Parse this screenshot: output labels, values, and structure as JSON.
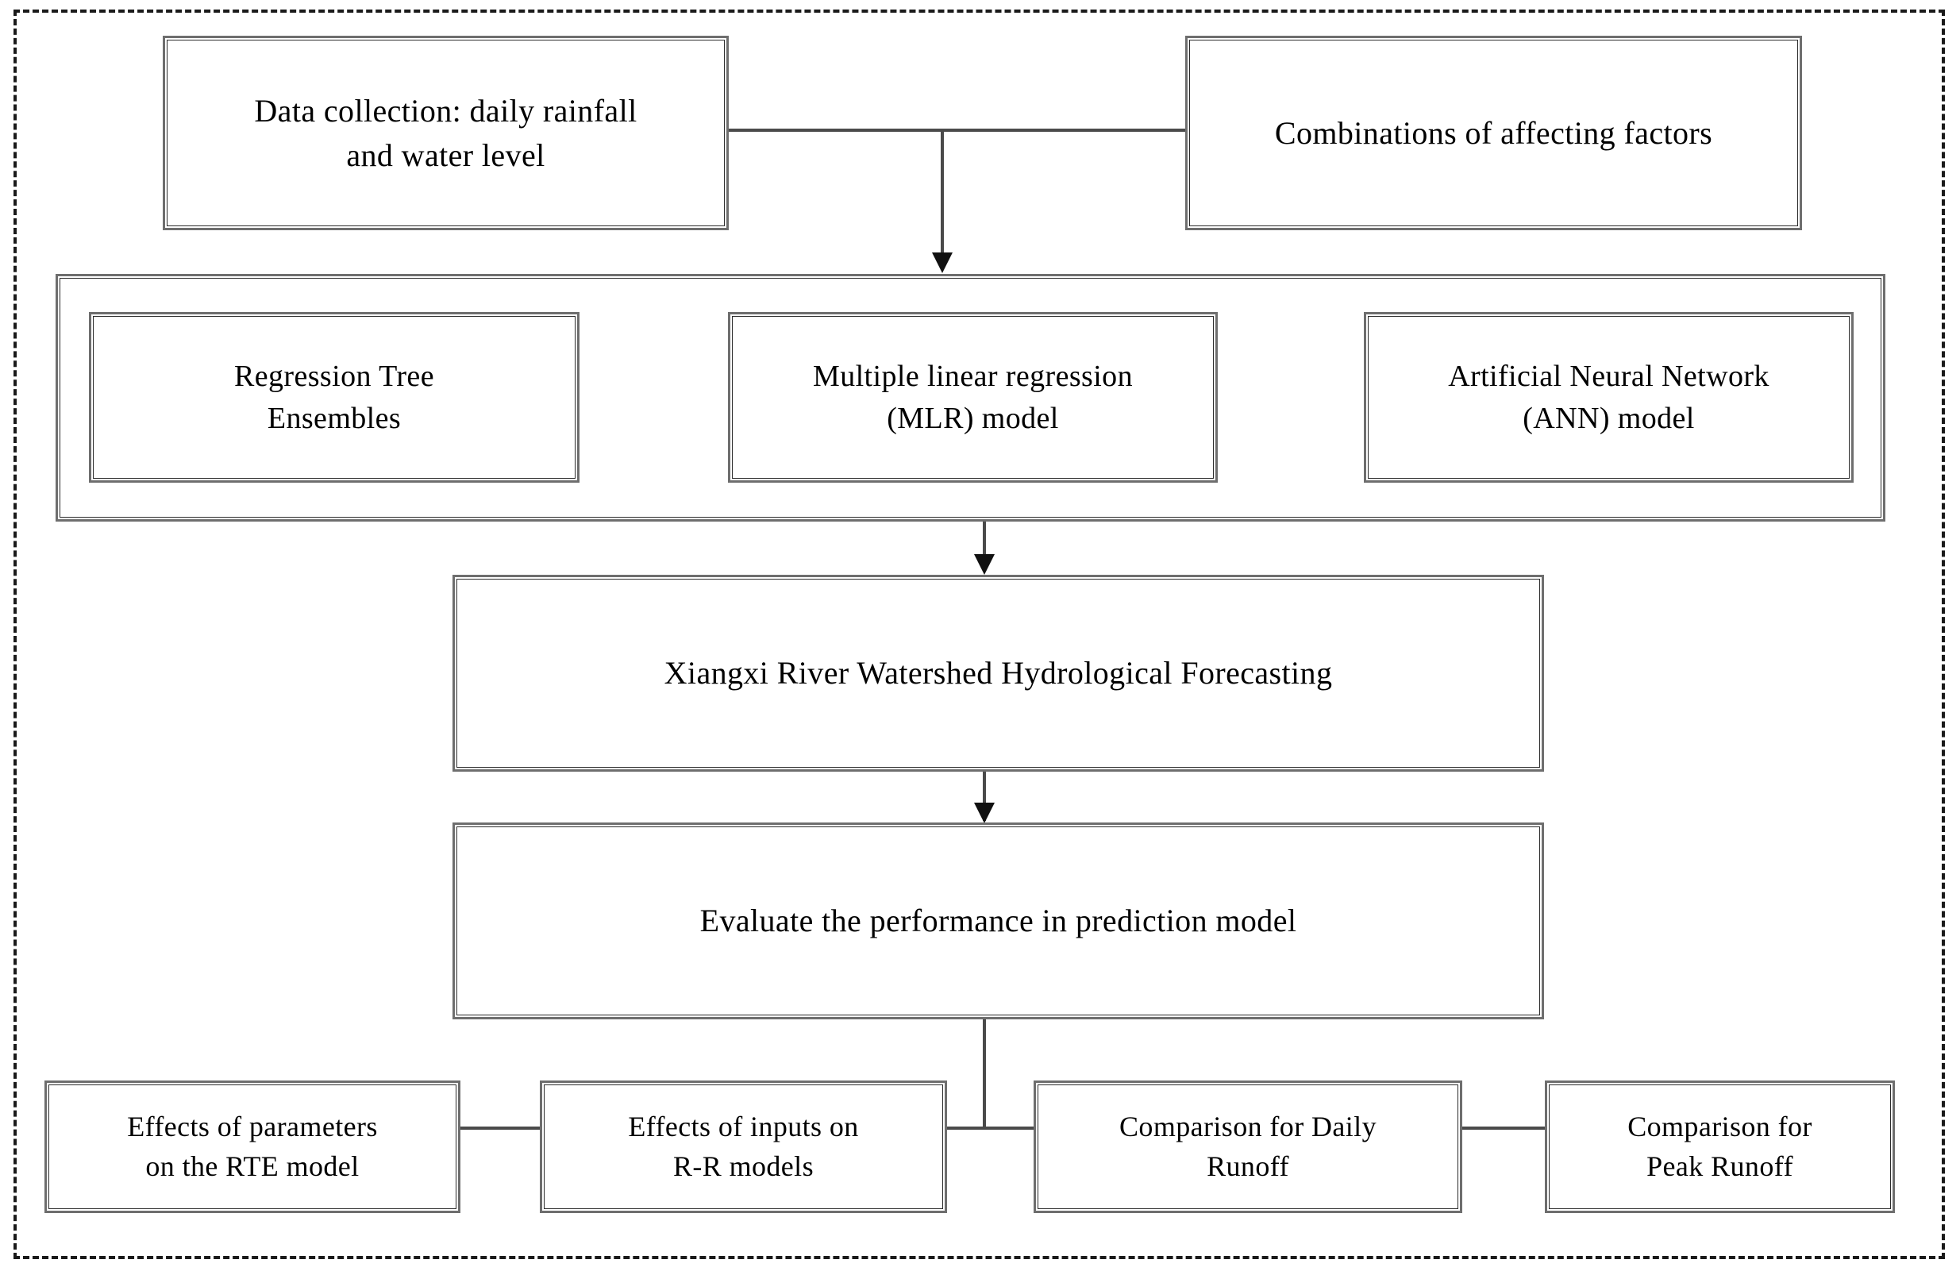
{
  "diagram": {
    "title": "Research methodology flowchart for Xiangxi River watershed hydrological forecasting",
    "frame_style": "dashed",
    "colors": {
      "box_border_outer": "#6e6e6e",
      "box_border_inner": "#2b2b2b",
      "connector": "#4a4a4a",
      "arrowhead": "#111111",
      "background": "#ffffff",
      "text": "#000000"
    },
    "nodes": {
      "data_collection": "Data collection:  daily rainfall and water level",
      "data_collection_line1": "Data collection:  daily rainfall",
      "data_collection_line2": "and water level",
      "affecting_factors": "Combinations of affecting factors",
      "rte": "Regression Tree Ensembles",
      "rte_line1": "Regression Tree",
      "rte_line2": "Ensembles",
      "mlr": "Multiple linear regression (MLR) model",
      "mlr_line1": "Multiple linear regression",
      "mlr_line2": "(MLR) model",
      "ann": "Artificial Neural Network (ANN) model",
      "ann_line1": "Artificial Neural Network",
      "ann_line2": "(ANN) model",
      "forecasting": "Xiangxi River Watershed Hydrological Forecasting",
      "evaluate": "Evaluate the performance in prediction model",
      "out1_line1": "Effects of parameters",
      "out1_line2": "on the RTE model",
      "out2_line1": "Effects of inputs on",
      "out2_line2": "R-R models",
      "out3_line1": "Comparison for Daily",
      "out3_line2": "Runoff",
      "out4_line1": "Comparison for",
      "out4_line2": "Peak Runoff"
    },
    "edges": [
      {
        "from": "data_collection",
        "to": "affecting_factors",
        "style": "horizontal-join"
      },
      {
        "from": "join-point",
        "to": "model_group",
        "style": "arrow-down"
      },
      {
        "from": "model_group",
        "to": "forecasting",
        "style": "arrow-down"
      },
      {
        "from": "forecasting",
        "to": "evaluate",
        "style": "arrow-down"
      },
      {
        "from": "evaluate",
        "to": "out1_line1",
        "style": "bus-arrow-down"
      },
      {
        "from": "evaluate",
        "to": "out2_line1",
        "style": "bus-arrow-down"
      },
      {
        "from": "evaluate",
        "to": "out3_line1",
        "style": "bus-arrow-down"
      },
      {
        "from": "evaluate",
        "to": "out4_line1",
        "style": "bus-arrow-down"
      }
    ]
  }
}
